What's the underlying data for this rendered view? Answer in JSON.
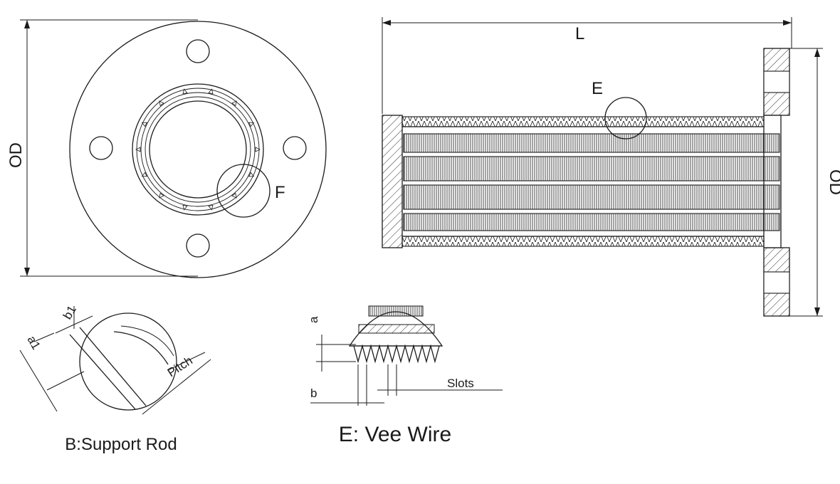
{
  "labels": {
    "od_left": "OD",
    "od_right": "OD",
    "length": "L",
    "detail_e_marker": "E",
    "detail_f_marker": "F",
    "b1": "b1",
    "a1": "a1",
    "pitch": "Pitch",
    "a": "a",
    "b": "b",
    "slots": "Slots",
    "caption_support_rod": "B:Support Rod",
    "caption_vee_wire": "E: Vee Wire"
  }
}
